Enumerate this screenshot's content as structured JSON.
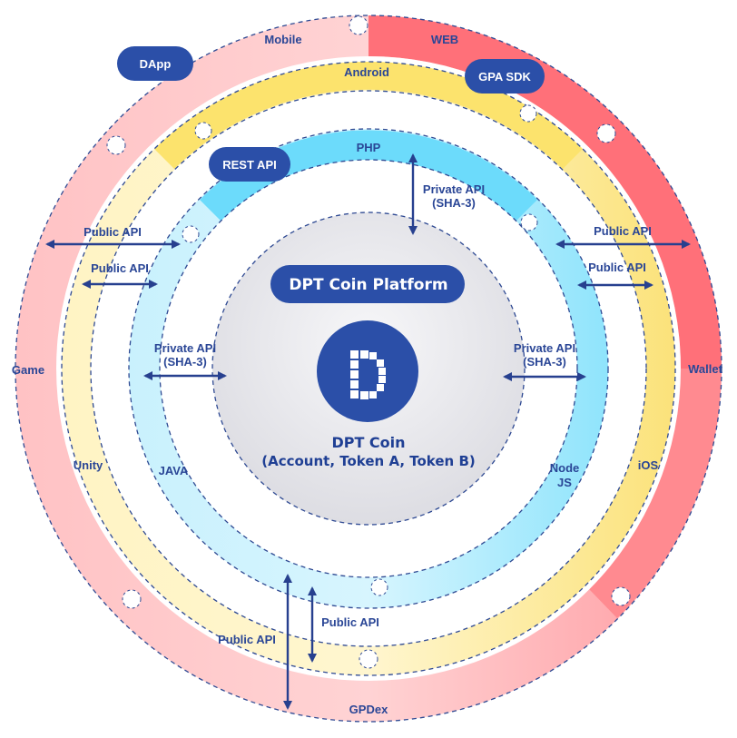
{
  "outer_ring": {
    "mobile": "Mobile",
    "web": "WEB",
    "game": "Game",
    "wallet": "Wallet",
    "gpdex": "GPDex"
  },
  "yellow_ring": {
    "android": "Android",
    "unity": "Unity",
    "ios": "iOS"
  },
  "blue_ring": {
    "php": "PHP",
    "java": "JAVA",
    "node_line1": "Node",
    "node_line2": "JS"
  },
  "badges": {
    "dapp": "DApp",
    "gpa_sdk": "GPA SDK",
    "rest_api": "REST API"
  },
  "platform": {
    "title": "DPT Coin Platform",
    "logo_letter": "D",
    "coin_name": "DPT Coin",
    "coin_detail": "(Account, Token A, Token B)"
  },
  "api_labels": {
    "public": "Public API",
    "private": "Private API",
    "sha": "(SHA-3)"
  },
  "colors": {
    "outer_ring": "#ffaeb2",
    "web_segment": "#ff6f78",
    "yellow_ring": "#fbe26b",
    "blue_ring": "#6edbfb",
    "navy": "#2b4fa8",
    "center_disc": "#ececef"
  }
}
